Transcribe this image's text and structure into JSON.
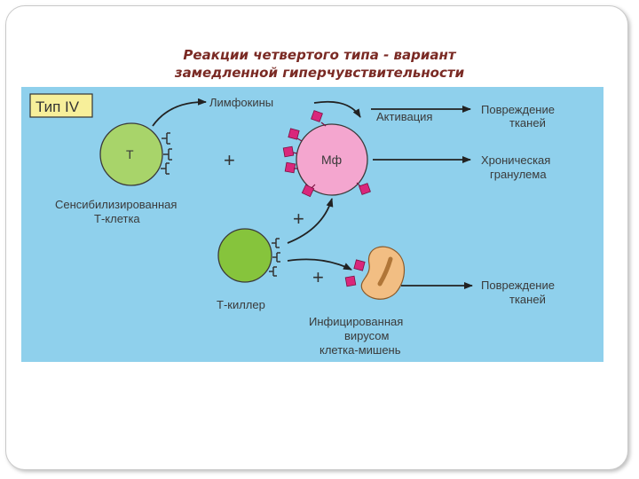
{
  "title": {
    "line1": "Реакции четвертого типа - вариант",
    "line2": "замедленной гиперчувствительности"
  },
  "diagram": {
    "type_label": "Тип IV",
    "t_cell_label": "Т",
    "sensitized_line1": "Сенсибилизированная",
    "sensitized_line2": "Т-клетка",
    "lymphokines": "Лимфокины",
    "plus": "+",
    "macrophage_label": "Мф",
    "activation": "Активация",
    "damage1_line1": "Повреждение",
    "damage1_line2": "тканей",
    "chronic_line1": "Хроническая",
    "chronic_line2": "гранулема",
    "killer_label": "Т-киллер",
    "infected_line1": "Инфицированная",
    "infected_line2": "вирусом",
    "infected_line3": "клетка-мишень",
    "damage2_line1": "Повреждение",
    "damage2_line2": "тканей"
  },
  "colors": {
    "panel_bg": "#8fd0ec",
    "title": "#7a2a24",
    "t_cell": "#a8d46a",
    "killer": "#86c43c",
    "macrophage": "#f4a6cf",
    "marker": "#d9277b",
    "infected_cell": "#f2be83"
  }
}
